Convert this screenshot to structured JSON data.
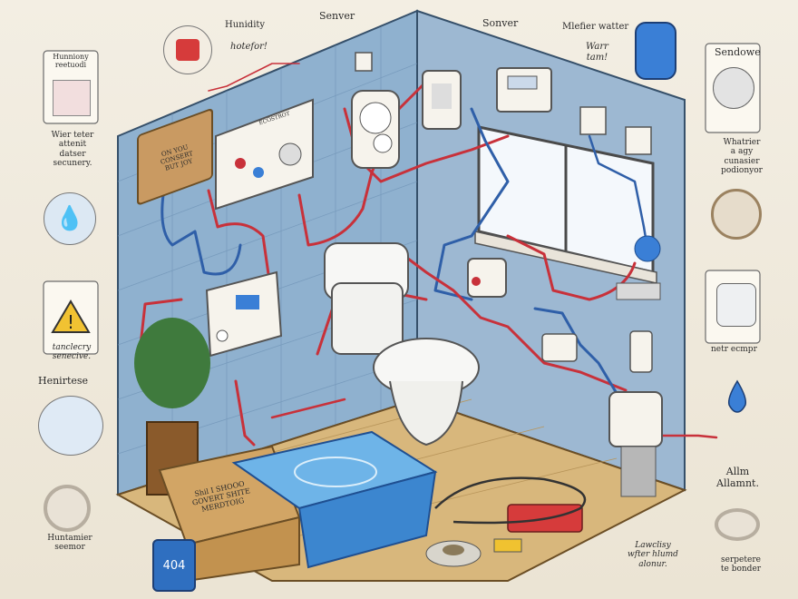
{
  "labels": {
    "top_humidity": "Hunidity",
    "top_sensor_1": "Senver",
    "top_hotefor": "hotefor!",
    "top_sensor_2": "Sonver",
    "top_water": "Mlefier watter",
    "top_warr": "Warr\ntam!",
    "left_sensor_box": "Hunniony\nreetuodi",
    "left_water_text": "Wier teter\nattenit\ndatser\nsecunery.",
    "left_caution": "tanclecry\nsenecive.",
    "left_henirtese": "Henirtese",
    "left_humtamier": "Huntamier\nseemor",
    "right_sendowe": "Sendowe",
    "right_whatrier": "Whatrier\na agy\ncunasier\npodionyor",
    "right_netr": "netr ecmpr",
    "right_allm": "Allm\nAllamnt.",
    "right_serpetere": "serpetere\nte bonder",
    "bottom_wafter": "Lawclisy\nwfter hlumd\nalonur.",
    "wall_sign_left": "ON YOU\nCONSERT\nBUT JOY",
    "wall_sign_panel": "ECOSTROT",
    "box_text": "Shil I SHOOO\nGOVERT SHITE\nMERDTOIG",
    "meter_value": "404"
  },
  "colors": {
    "wall_left": "#8fb1cf",
    "wall_back": "#a7c0d8",
    "floor": "#d8b77c",
    "wire_red": "#c8313a",
    "wire_blue": "#2f5fa8",
    "accent_blue": "#3a7fd6"
  },
  "icons": [
    "cup-icon",
    "water-drop-icon",
    "warning-icon",
    "tape-roll-icon",
    "battery-sensor-icon",
    "thermometer-icon",
    "speaker-icon",
    "cable-reel-icon",
    "nightlight-icon",
    "drop-icon"
  ]
}
